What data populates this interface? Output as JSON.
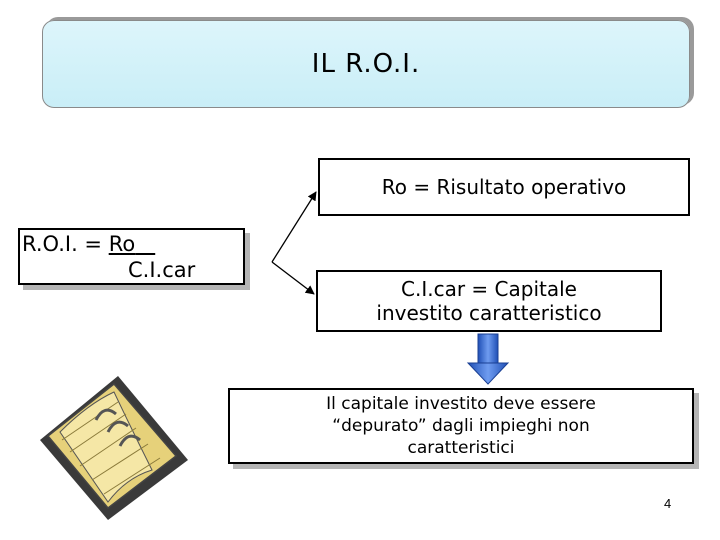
{
  "title": "IL R.O.I.",
  "formula": {
    "lhs": "R.O.I. = ",
    "numerator": "Ro",
    "denominator": "C.I.car"
  },
  "definitions": {
    "ro": "Ro = Risultato operativo",
    "ci_line1": "C.I.car = Capitale",
    "ci_line2": "investito caratteristico"
  },
  "note": {
    "line1": "Il capitale investito deve essere",
    "line2": "“depurato” dagli impieghi non",
    "line3": "caratteristici"
  },
  "page_number": "4",
  "colors": {
    "title_bg": "#ddf5fb",
    "arrow_blue": "#3b6fd8",
    "book_paper": "#f2e29c"
  },
  "icons": {
    "book": "open-book-clipart-icon",
    "down_arrow": "down-arrow-icon"
  }
}
